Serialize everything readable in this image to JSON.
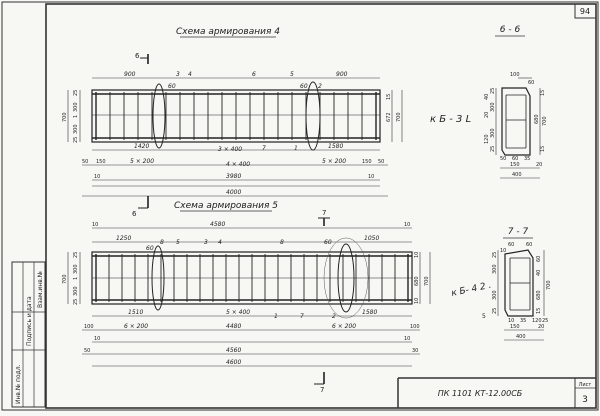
{
  "page_number": "94",
  "scheme4": {
    "title": "Схема армирования 4",
    "section_mark": "6",
    "top_dims": [
      "900",
      "900"
    ],
    "pos_labels": [
      "60",
      "3",
      "4",
      "6",
      "5",
      "60",
      "2",
      "7",
      "1"
    ],
    "left_dims": [
      "25",
      "300",
      "1",
      "300",
      "25"
    ],
    "right_dims": [
      "672",
      "700",
      "15"
    ],
    "dim_row1": [
      "1420",
      "1580"
    ],
    "dim_row2": [
      "50",
      "150",
      "5 × 200",
      "3 × 400",
      "5 × 200",
      "150",
      "50"
    ],
    "dim_row3": [
      "10",
      "4 × 400",
      "10"
    ],
    "dim_row4": [
      "3980"
    ],
    "total": "4000"
  },
  "section66": {
    "title": "6 - 6",
    "dims": [
      "100",
      "60",
      "300",
      "300",
      "20",
      "25",
      "25",
      "40",
      "120",
      "15",
      "680",
      "700",
      "15",
      "50",
      "60",
      "35",
      "150",
      "20",
      "400"
    ],
    "handwritten": "к Б - 3 L"
  },
  "scheme5": {
    "title": "Схема армирования 5",
    "section_mark": "7",
    "top_dim": "4580",
    "top_ends": [
      "10",
      "10"
    ],
    "top_dims": [
      "1250",
      "1050"
    ],
    "pos_labels": [
      "60",
      "8",
      "5",
      "3",
      "4",
      "60",
      "8",
      "1",
      "7",
      "2"
    ],
    "left_dims": [
      "25",
      "300",
      "1",
      "300",
      "25"
    ],
    "right_dims": [
      "10",
      "680",
      "700",
      "10"
    ],
    "dim_row1": [
      "1510",
      "1580"
    ],
    "dim_row2": [
      "100",
      "6 × 200",
      "5 × 400",
      "6 × 200",
      "100"
    ],
    "dim_row3": [
      "10",
      "4480",
      "10"
    ],
    "dim_row4": [
      "50",
      "4560",
      "30"
    ],
    "total": "4600"
  },
  "section77": {
    "title": "7 - 7",
    "dims": [
      "60",
      "10",
      "60",
      "300",
      "300",
      "25",
      "25",
      "150",
      "20",
      "60",
      "40",
      "700",
      "15",
      "680",
      "400",
      "5",
      "10",
      "35",
      "120",
      "25"
    ],
    "handwritten": "к Б- 4 2 ."
  },
  "left_stamp": [
    "Инв.№ подл.",
    "Подпись и дата",
    "Взам.инв.№"
  ],
  "title_block": {
    "doc_code": "ПК 1101 КТ-12.00СБ",
    "sheet_label": "Лист",
    "sheet_number": "3"
  }
}
